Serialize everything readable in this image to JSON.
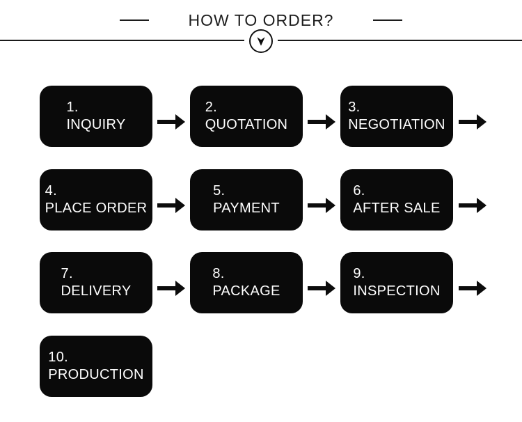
{
  "header": {
    "title": "HOW TO ORDER?",
    "divider_icon": "circled-down-arrow"
  },
  "colors": {
    "background": "#ffffff",
    "box": "#0a0a0a",
    "box_text": "#ffffff",
    "arrow": "#0c0c0c",
    "title_text": "#1d1d1d",
    "divider_line": "#1a1a1a"
  },
  "steps": [
    {
      "number": "1.",
      "label": "INQUIRY"
    },
    {
      "number": "2.",
      "label": "QUOTATION"
    },
    {
      "number": "3.",
      "label": "NEGOTIATION"
    },
    {
      "number": "4.",
      "label": "PLACE ORDER"
    },
    {
      "number": "5.",
      "label": "PAYMENT"
    },
    {
      "number": "6.",
      "label": "AFTER SALE"
    },
    {
      "number": "7.",
      "label": "DELIVERY"
    },
    {
      "number": "8.",
      "label": "PACKAGE"
    },
    {
      "number": "9.",
      "label": "INSPECTION"
    },
    {
      "number": "10.",
      "label": "PRODUCTION"
    }
  ]
}
